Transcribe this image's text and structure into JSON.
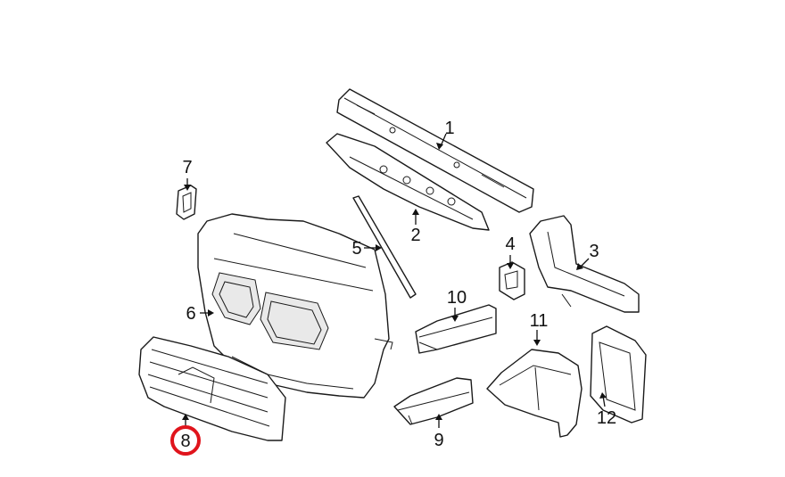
{
  "diagram": {
    "callouts": [
      {
        "id": "1",
        "label": "1"
      },
      {
        "id": "2",
        "label": "2"
      },
      {
        "id": "3",
        "label": "3"
      },
      {
        "id": "4",
        "label": "4"
      },
      {
        "id": "5",
        "label": "5"
      },
      {
        "id": "6",
        "label": "6"
      },
      {
        "id": "7",
        "label": "7"
      },
      {
        "id": "8",
        "label": "8",
        "highlighted": true
      },
      {
        "id": "9",
        "label": "9"
      },
      {
        "id": "10",
        "label": "10"
      },
      {
        "id": "11",
        "label": "11"
      },
      {
        "id": "12",
        "label": "12"
      }
    ],
    "highlight_color": "#e0141c"
  }
}
